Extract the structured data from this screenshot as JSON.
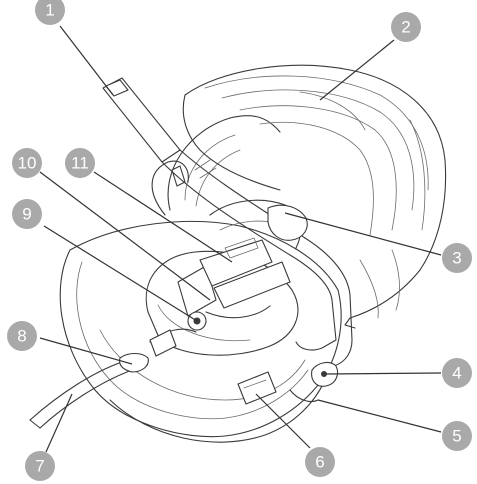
{
  "diagram": {
    "callouts": [
      {
        "id": "callout-1",
        "label": "1"
      },
      {
        "id": "callout-2",
        "label": "2"
      },
      {
        "id": "callout-3",
        "label": "3"
      },
      {
        "id": "callout-4",
        "label": "4"
      },
      {
        "id": "callout-5",
        "label": "5"
      },
      {
        "id": "callout-6",
        "label": "6"
      },
      {
        "id": "callout-7",
        "label": "7"
      },
      {
        "id": "callout-8",
        "label": "8"
      },
      {
        "id": "callout-9",
        "label": "9"
      },
      {
        "id": "callout-10",
        "label": "10"
      },
      {
        "id": "callout-11",
        "label": "11"
      }
    ],
    "colors": {
      "badge": "#a9a9a9",
      "badge_text": "#ffffff",
      "line": "#3a3a3a",
      "background": "#ffffff"
    }
  }
}
